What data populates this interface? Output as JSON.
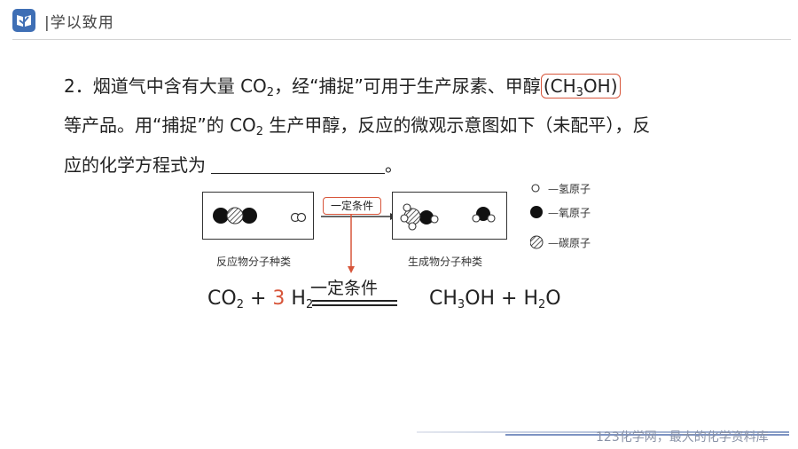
{
  "header": {
    "title": "学以致用"
  },
  "question": {
    "p1_before": "2．烟道气中含有大量 CO",
    "p1_sub1": "2",
    "p1_mid": "，经“捕捉”可用于生产尿素、甲醇",
    "p1_box_open": "(CH",
    "p1_box_sub": "3",
    "p1_box_close": "OH)",
    "p2_before": "等产品。用“捕捉”的 CO",
    "p2_sub": "2",
    "p2_after": " 生产甲醇，反应的微观示意图如下（未配平），反",
    "p3_text": "应的化学方程式为",
    "p3_end": "。"
  },
  "diagram": {
    "condition_label": "一定条件",
    "reactant_caption": "反应物分子种类",
    "product_caption": "生成物分子种类",
    "legend": [
      {
        "label": "—氢原子"
      },
      {
        "label": "—氧原子"
      },
      {
        "label": "—碳原子"
      }
    ]
  },
  "equation": {
    "left_1": "CO",
    "left_1_sub": "2",
    "plus1": " + ",
    "coef": "3",
    "left_2": " H",
    "left_2_sub": "2",
    "condition": "一定条件",
    "right_1": "CH",
    "right_1_sub": "3",
    "right_1b": "OH + H",
    "right_2_sub": "2",
    "right_2b": "O"
  },
  "footer": {
    "text": "123化学网，最大的化学资料库"
  },
  "colors": {
    "accent": "#d7553a",
    "logo": "#3f6fb5"
  }
}
